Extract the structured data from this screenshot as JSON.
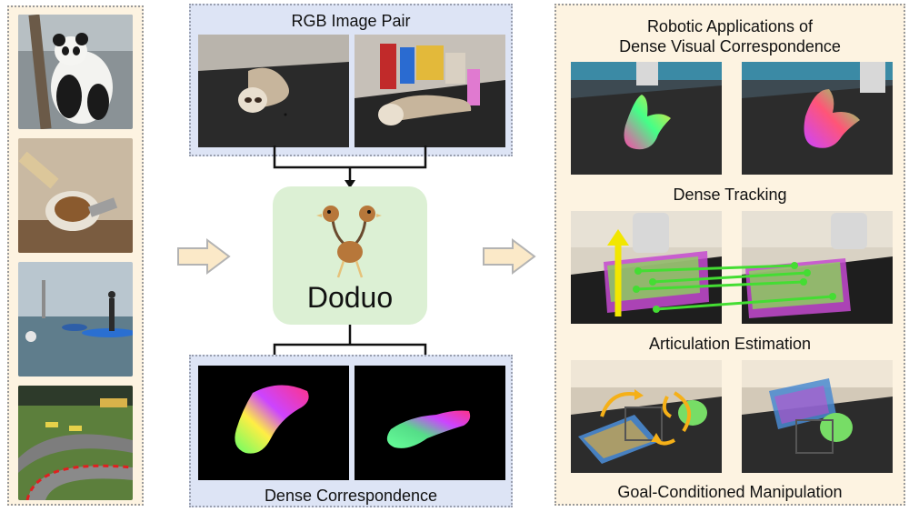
{
  "top_panel": {
    "title": "RGB Image Pair"
  },
  "bottom_panel": {
    "title": "Dense Correspondence"
  },
  "center": {
    "model_name": "Doduo"
  },
  "right_panel": {
    "title_line1": "Robotic Applications of",
    "title_line2": "Dense Visual Correspondence",
    "sections": [
      "Dense Tracking",
      "Articulation Estimation",
      "Goal-Conditioned Manipulation"
    ]
  },
  "colors": {
    "left_panel_bg": "#fdf3e1",
    "image_pair_bg": "#dde4f5",
    "doduo_bg": "#dcf0d4",
    "arrow_fill": "#fbe9c8",
    "tracking_line": "#44dd33",
    "track_arrow": "#f2e600",
    "rotation_arrow": "#f5b018"
  },
  "icons": [
    "right-arrow-icon",
    "doduo-bird-icon",
    "rotation-arrow-icon",
    "tracking-arrow-icon"
  ]
}
